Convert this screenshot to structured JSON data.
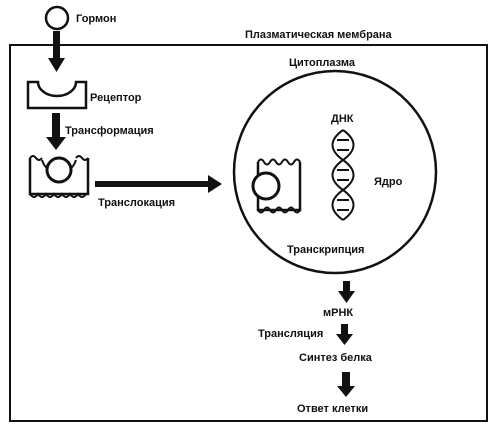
{
  "labels": {
    "hormone": "Гормон",
    "plasma_membrane": "Плазматическая мембрана",
    "cytoplasm": "Цитоплазма",
    "receptor": "Рецептор",
    "transformation": "Трансформация",
    "translocation": "Транслокация",
    "dna": "ДНК",
    "nucleus": "Ядро",
    "transcription": "Транскрипция",
    "mrna": "мРНК",
    "translation": "Трансляция",
    "protein_synthesis": "Синтез белка",
    "cell_response": "Ответ клетки"
  }
}
